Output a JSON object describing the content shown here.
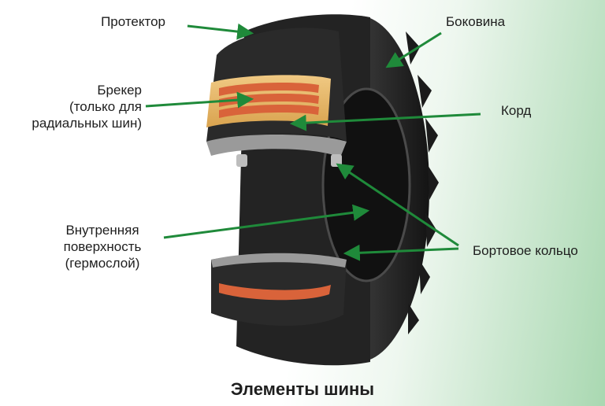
{
  "labels": {
    "tread": "Протектор",
    "sidewall": "Боковина",
    "breaker": [
      "Брекер",
      "(только для",
      "радиальных шин)"
    ],
    "cord": "Корд",
    "inner_surface": [
      "Внутренняя",
      "поверхность",
      "(гермослой)"
    ],
    "bead_ring": "Бортовое кольцо"
  },
  "caption": "Элементы шины",
  "colors": {
    "arrow": "#1f8a3a",
    "rubber": "#2b2b2b",
    "breaker": "#d9633a",
    "cord": "#e6b96a",
    "background_accent": "#a9d8b1"
  }
}
